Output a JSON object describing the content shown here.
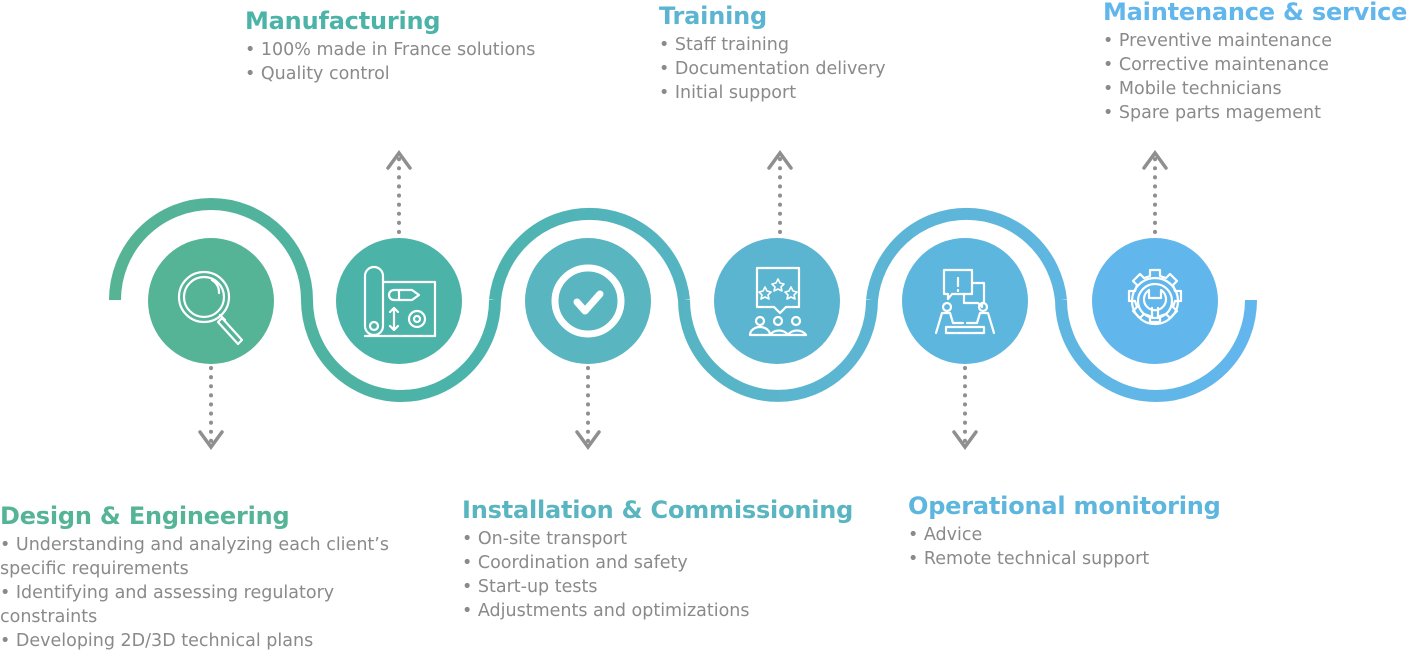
{
  "colors": {
    "green": "#56b496",
    "teal": "#4cb3a8",
    "cyan": "#59b5c0",
    "sky": "#5cb5d0",
    "light_blue": "#5db6de",
    "blue": "#61b6ec",
    "text_gray": "#8a8a8a",
    "arrow_gray": "#8f8f8f"
  },
  "steps": [
    {
      "title": "Design & Engineering",
      "icon": "magnifier-icon",
      "bullets": [
        "• Understanding and analyzing each client’s specific requirements",
        "• Identifying and assessing regulatory constraints",
        "• Developing 2D/3D technical plans"
      ]
    },
    {
      "title": "Manufacturing",
      "icon": "blueprint-icon",
      "bullets": [
        "• 100% made in France solutions",
        "• Quality control"
      ]
    },
    {
      "title": "Installation & Commissioning",
      "icon": "checkmark-icon",
      "bullets": [
        "• On-site transport",
        "• Coordination and safety",
        "• Start-up tests",
        "• Adjustments and optimizations"
      ]
    },
    {
      "title": "Training",
      "icon": "training-icon",
      "bullets": [
        "• Staff training",
        "• Documentation delivery",
        "• Initial support"
      ]
    },
    {
      "title": "Operational monitoring",
      "icon": "consultation-icon",
      "bullets": [
        "• Advice",
        "• Remote technical support"
      ]
    },
    {
      "title": "Maintenance & service",
      "icon": "gear-wrench-icon",
      "bullets": [
        "• Preventive maintenance",
        "• Corrective maintenance",
        "• Mobile technicians",
        "• Spare parts magement"
      ]
    }
  ]
}
